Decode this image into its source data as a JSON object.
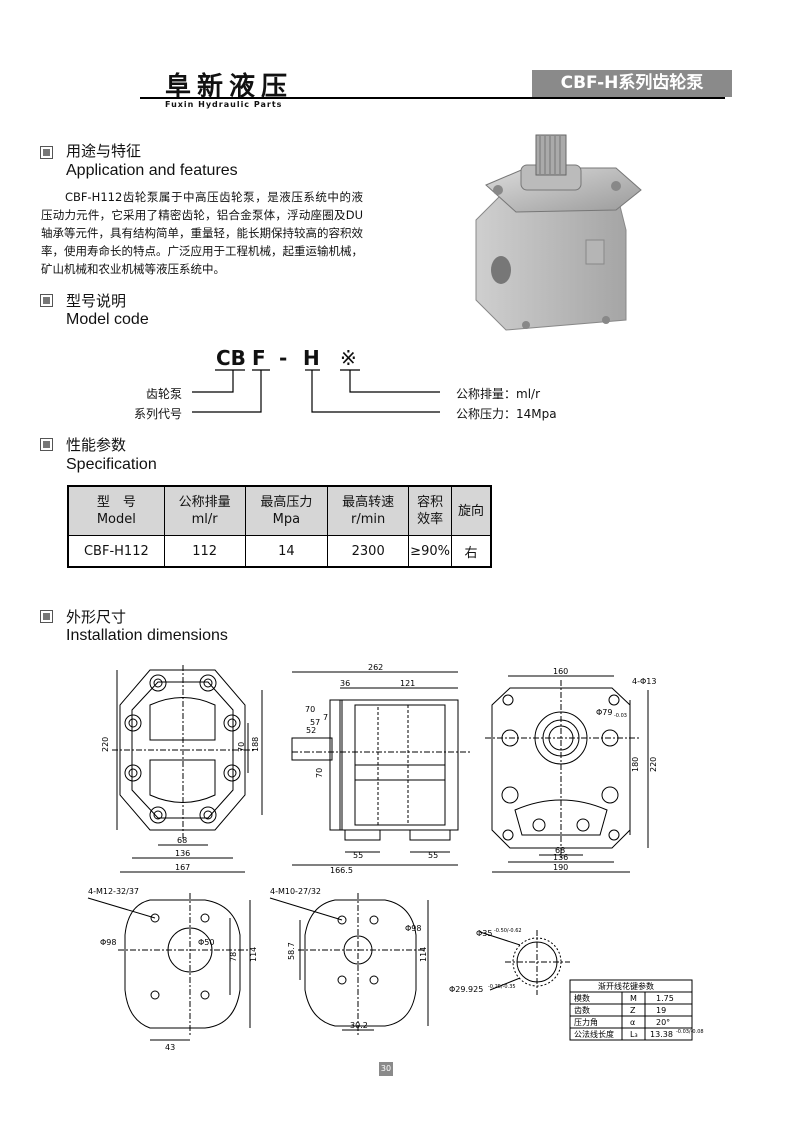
{
  "header": {
    "brand_cn": "阜新液压",
    "brand_en": "Fuxin Hydraulic Parts",
    "series": "CBF-H系列齿轮泵"
  },
  "sections": {
    "application": {
      "title_cn": "用途与特征",
      "title_en": "Application and features",
      "text": "CBF-H112齿轮泵属于中高压齿轮泵，是液压系统中的液压动力元件，它采用了精密齿轮，铝合金泵体，浮动座圈及DU轴承等元件，具有结构简单，重量轻，能长期保持较高的容积效率，使用寿命长的特点。广泛应用于工程机械，起重运输机械，矿山机械和农业机械等液压系统中。"
    },
    "model": {
      "title_cn": "型号说明",
      "title_en": "Model code",
      "code": {
        "c1": "CB",
        "c2": "F",
        "dash": "-",
        "c3": "H",
        "c4": "※"
      },
      "labels": {
        "gear_pump": "齿轮泵",
        "series_code": "系列代号",
        "displacement": "公称排量：ml/r",
        "pressure": "公称压力：14Mpa"
      }
    },
    "spec": {
      "title_cn": "性能参数",
      "title_en": "Specification",
      "headers": [
        {
          "cn": "型　号",
          "en": "Model"
        },
        {
          "cn": "公称排量",
          "en": "ml/r"
        },
        {
          "cn": "最高压力",
          "en": "Mpa"
        },
        {
          "cn": "最高转速",
          "en": "r/min"
        },
        {
          "cn": "容积",
          "en": "效率"
        },
        {
          "cn": "旋向",
          "en": ""
        }
      ],
      "row": [
        "CBF-H112",
        "112",
        "14",
        "2300",
        "≥90%",
        "右"
      ]
    },
    "install": {
      "title_cn": "外形尺寸",
      "title_en": "Installation dimensions"
    }
  },
  "dims": {
    "front": {
      "d220": "220",
      "d70": "70",
      "d188": "188",
      "d68": "68",
      "d136": "136",
      "d167": "167"
    },
    "side": {
      "d262": "262",
      "d36": "36",
      "d121": "121",
      "d70a": "70",
      "d57": "57",
      "d52": "52",
      "d7": "7",
      "d70b": "70",
      "d55a": "55",
      "d55b": "55",
      "d166": "166.5"
    },
    "back": {
      "d160": "160",
      "holes": "4-Φ13",
      "d79": "Φ79",
      "d79tol": "-0.03",
      "d180": "180",
      "d220": "220",
      "d68": "68",
      "d136": "136",
      "d190": "190"
    },
    "flange1": {
      "thread": "4-M12-32/37",
      "d98": "Φ98",
      "d50": "Φ50",
      "d78": "78",
      "d114": "114",
      "d43": "43"
    },
    "flange2": {
      "thread": "4-M10-27/32",
      "d98": "Φ98",
      "d58": "58.7",
      "d114": "114",
      "d30": "30.2"
    },
    "spline": {
      "d35": "Φ35",
      "d35tol": "-0.50/-0.62",
      "d29": "Φ29.925",
      "d29tol": "-0.25/-0.35"
    }
  },
  "spline_table": {
    "title": "渐开线花键参数",
    "rows": [
      [
        "模数",
        "M",
        "1.75"
      ],
      [
        "齿数",
        "Z",
        "19"
      ],
      [
        "压力角",
        "α",
        "20°"
      ],
      [
        "公法线长度",
        "L₃",
        "13.38"
      ]
    ],
    "last_tol": "-0.03/-0.08"
  },
  "page_number": "30"
}
